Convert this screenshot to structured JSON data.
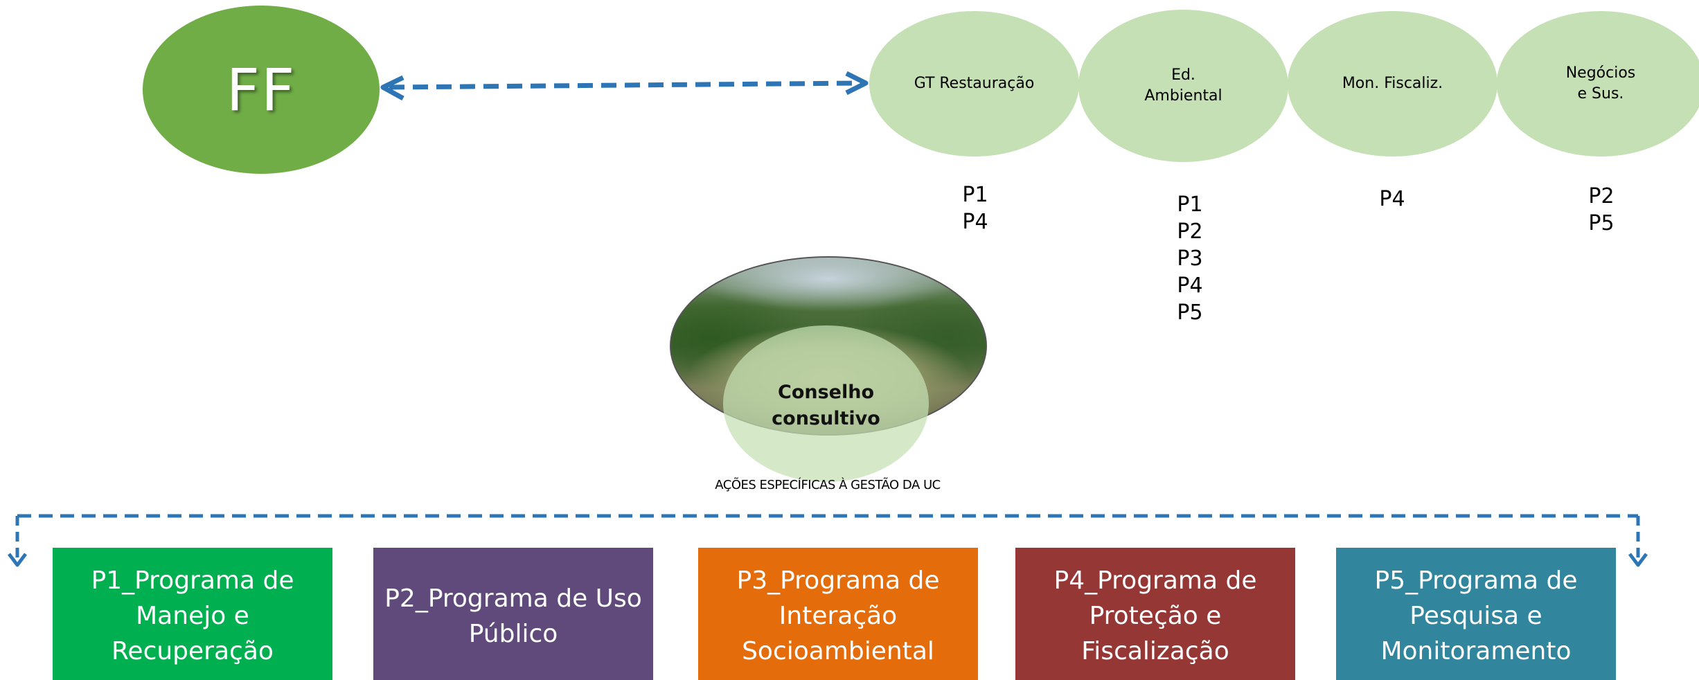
{
  "ff": {
    "label": "FF"
  },
  "gt_groups": [
    {
      "label": "GT Restauração",
      "programs": [
        "P1",
        "P4"
      ]
    },
    {
      "label": "Ed.\nAmbiental",
      "programs": [
        "P1",
        "P2",
        "P3",
        "P4",
        "P5"
      ]
    },
    {
      "label": "Mon.  Fiscaliz.",
      "programs": [
        "P4"
      ]
    },
    {
      "label": "Negócios\ne Sus.",
      "programs": [
        "P2",
        "P5"
      ]
    }
  ],
  "conselho": {
    "label": "Conselho\nconsultivo"
  },
  "acoes_label": "AÇÕES ESPECÍFICAS À GESTÃO DA UC",
  "programs": [
    {
      "label": "P1_Programa de\nManejo e\nRecuperação",
      "color": "#00b050"
    },
    {
      "label": "P2_Programa de Uso\nPúblico",
      "color": "#604a7b"
    },
    {
      "label": "P3_Programa de\nInteração\nSocioambiental",
      "color": "#e46c0a"
    },
    {
      "label": "P4_Programa de\nProteção e\nFiscalização",
      "color": "#953735"
    },
    {
      "label": "P5_Programa de\nPesquisa e\nMonitoramento",
      "color": "#31859c"
    }
  ],
  "colors": {
    "ff_green": "#70ad47",
    "gt_green": "#c5e0b4",
    "connector_blue": "#2e75b6"
  }
}
